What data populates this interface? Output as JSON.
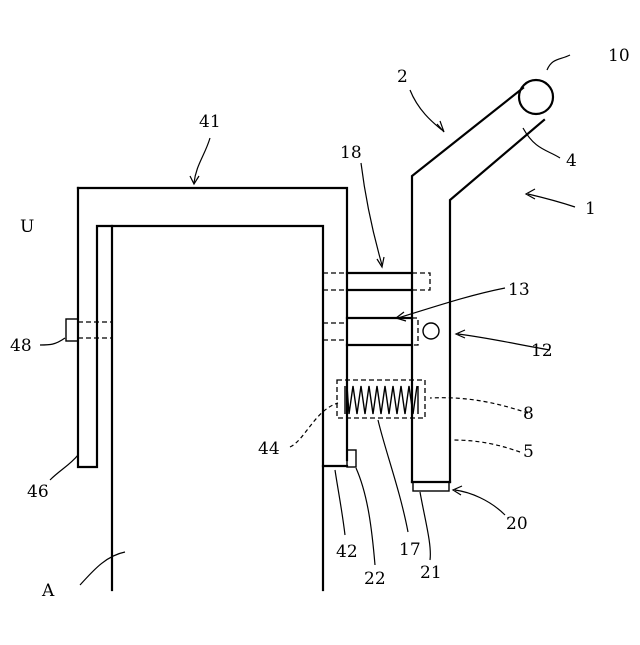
{
  "labels": {
    "u": "U",
    "a": "A",
    "n1": "1",
    "n2": "2",
    "n4": "4",
    "n5": "5",
    "n8": "8",
    "n10": "10",
    "n12": "12",
    "n13": "13",
    "n17": "17",
    "n18": "18",
    "n20": "20",
    "n21": "21",
    "n22": "22",
    "n41": "41",
    "n42": "42",
    "n44": "44",
    "n46": "46",
    "n48": "48"
  }
}
